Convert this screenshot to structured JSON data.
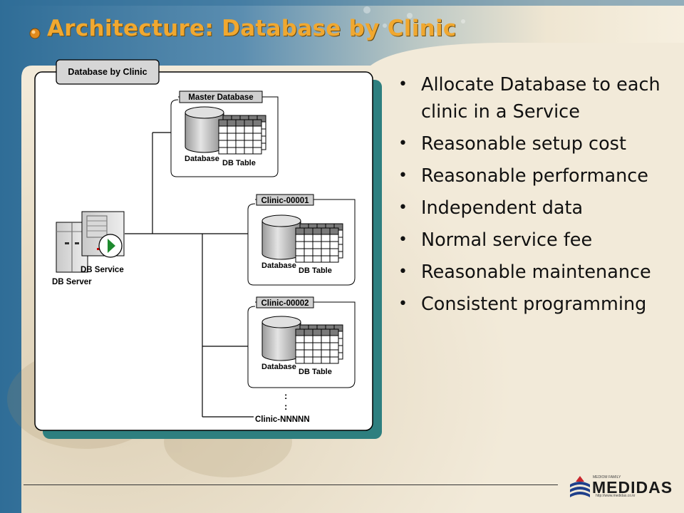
{
  "slide": {
    "title": "Architecture: Database by Clinic",
    "bullets": [
      "Allocate Database to each clinic in a Service",
      "Reasonable setup cost",
      "Reasonable performance",
      "Independent data",
      "Normal service fee",
      "Reasonable maintenance",
      "Consistent programming"
    ]
  },
  "diagram": {
    "panel_title": "Database by Clinic",
    "server_label": "DB Server",
    "service_label": "DB Service",
    "master_title": "Master Database",
    "clinic1_title": "Clinic-00001",
    "clinic2_title": "Clinic-00002",
    "database_label": "Database",
    "table_label": "DB Table",
    "ellipsis": ":",
    "clinic_last": "Clinic-NNNNN"
  },
  "logo": {
    "name": "MEDIDAS",
    "tagline": "MEDIOM FAMILY",
    "url": "http://www.medidas.co.kr"
  },
  "colors": {
    "title": "#f0a830",
    "header_band": "#4f86ad",
    "panel_shadow": "#2e7f7f"
  }
}
